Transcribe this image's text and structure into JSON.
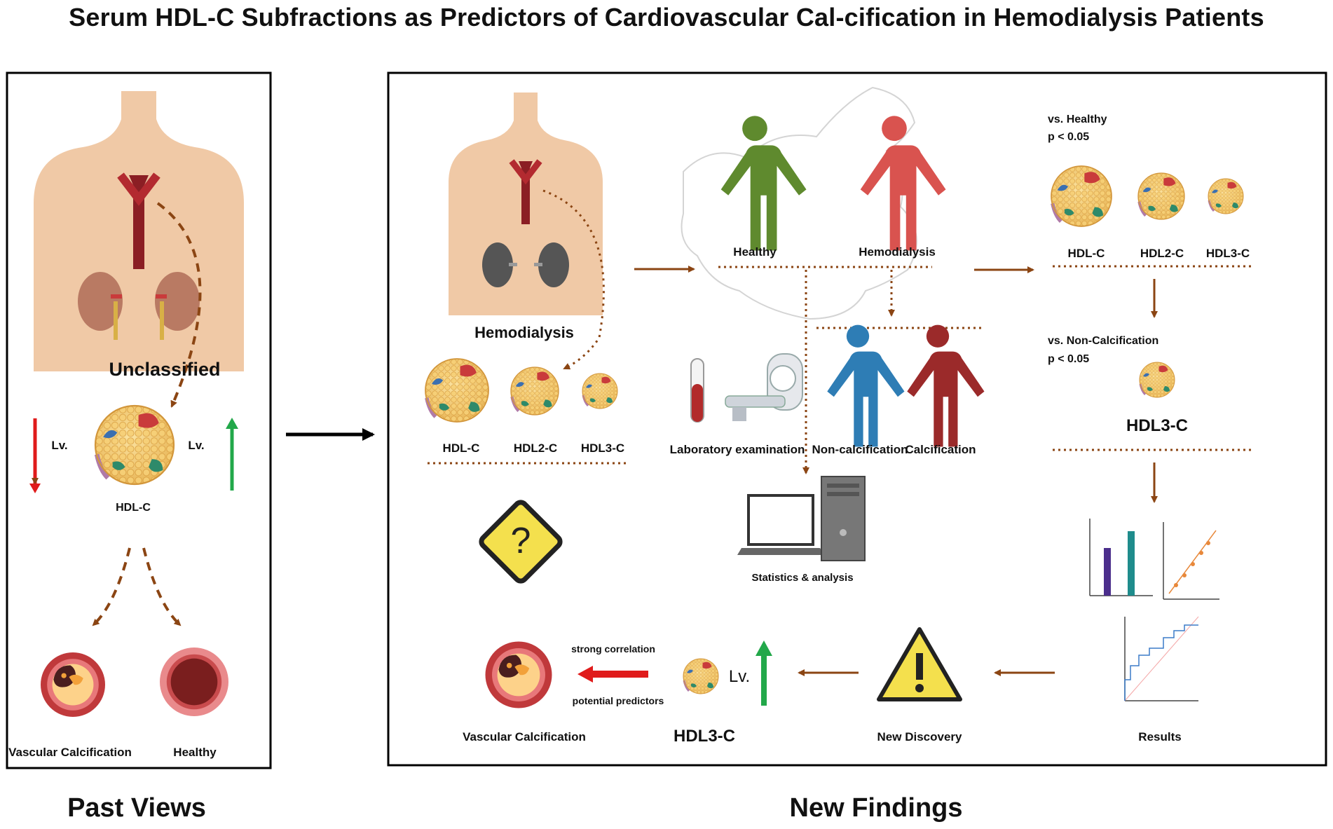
{
  "title": "Serum HDL-C Subfractions as Predictors of Cardiovascular Cal-cification in Hemodialysis Patients",
  "past_panel": {
    "label": "Past Views",
    "unclassified": "Unclassified",
    "lv_left": "Lv.",
    "lv_right": "Lv.",
    "hdl": "HDL-C",
    "vascular": "Vascular Calcification",
    "healthy": "Healthy"
  },
  "new_panel": {
    "label": "New Findings",
    "hemodialysis": "Hemodialysis",
    "hdl_c": "HDL-C",
    "hdl2_c": "HDL2-C",
    "hdl3_c": "HDL3-C",
    "healthy_person": "Healthy",
    "hemodialysis_person": "Hemodialysis",
    "lab_exam": "Laboratory examination",
    "non_calc": "Non-calcification",
    "calc": "Calcification",
    "stats": "Statistics & analysis",
    "vs_healthy": "vs. Healthy",
    "p_healthy": "p < 0.05",
    "res_hdl_c": "HDL-C",
    "res_hdl2_c": "HDL2-C",
    "res_hdl3_c": "HDL3-C",
    "vs_noncalc": "vs. Non-Calcification",
    "p_noncalc": "p < 0.05",
    "hdl3_big": "HDL3-C",
    "results": "Results",
    "new_discovery": "New Discovery",
    "hdl3_bottom": "HDL3-C",
    "lv_bottom": "Lv.",
    "strong_corr": "strong correlation",
    "potential_pred": "potential predictors",
    "vascular_bottom": "Vascular Calcification"
  },
  "colors": {
    "arrow_brown": "#8b4513",
    "healthy_green": "#5f8a2e",
    "hemodialysis_red": "#d9534f",
    "noncalc_blue": "#2e7db5",
    "calc_darkred": "#9b2a2a",
    "up_green": "#22a84a",
    "down_red": "#e01b1b",
    "warning_yellow": "#f4e04d"
  }
}
